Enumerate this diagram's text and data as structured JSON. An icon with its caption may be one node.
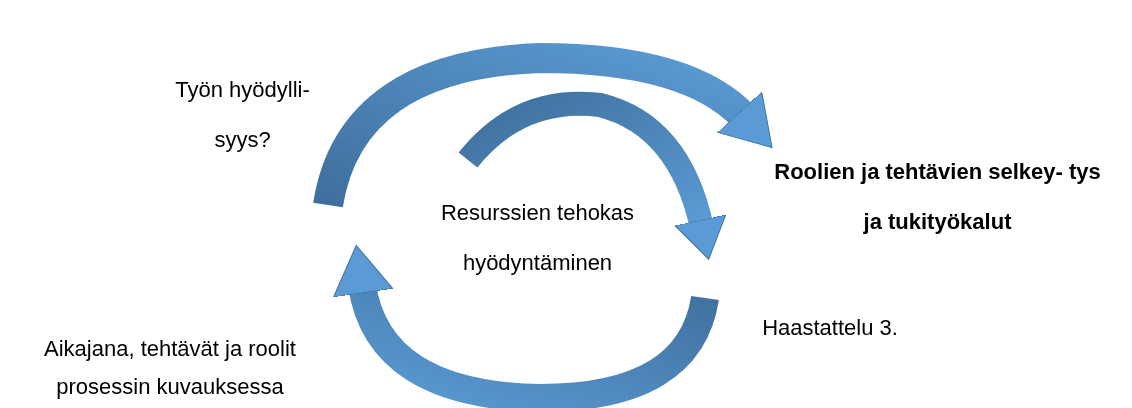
{
  "diagram": {
    "labels": [
      "Työn hyödylli- syys?",
      "Resurssien tehokas hyödyntäminen",
      "Roolien ja tehtävien selkey- tys ja tukityökalut",
      "Haastattelu 3.",
      "Aikajana, tehtävät ja roolit prosessin kuvauksessa"
    ]
  }
}
